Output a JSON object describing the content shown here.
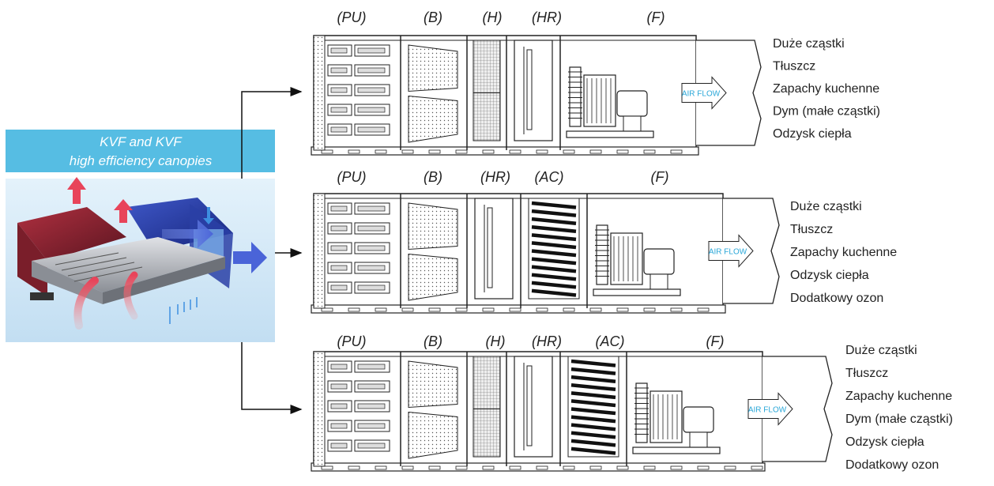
{
  "canopy": {
    "title_line1": "KVF and KVF",
    "title_line2": "high efficiency canopies",
    "banner_color": "#56bde3",
    "image_bg": "#cfe6f5"
  },
  "airflow_label": "AIR FLOW",
  "units": [
    {
      "sections": [
        "PU",
        "B",
        "H",
        "HR",
        "F"
      ],
      "labels": [
        "(PU)",
        "(B)",
        "(H)",
        "(HR)",
        "(F)"
      ],
      "features": [
        "Duże cząstki",
        "Tłuszcz",
        "Zapachy kuchenne",
        "Dym (małe cząstki)",
        "Odzysk ciepła"
      ]
    },
    {
      "sections": [
        "PU",
        "B",
        "HR",
        "AC",
        "F"
      ],
      "labels": [
        "(PU)",
        "(B)",
        "(HR)",
        "(AC)",
        "(F)"
      ],
      "features": [
        "Duże cząstki",
        "Tłuszcz",
        "Zapachy kuchenne",
        "Odzysk ciepła",
        "Dodatkowy ozon"
      ]
    },
    {
      "sections": [
        "PU",
        "B",
        "H",
        "HR",
        "AC",
        "F"
      ],
      "labels": [
        "(PU)",
        "(B)",
        "(H)",
        "(HR)",
        "(AC)",
        "(F)"
      ],
      "features": [
        "Duże cząstki",
        "Tłuszcz",
        "Zapachy kuchenne",
        "Dym (małe cząstki)",
        "Odzysk ciepła",
        "Dodatkowy ozon"
      ]
    }
  ],
  "colors": {
    "line": "#222222",
    "airflow_text": "#2aa7d8"
  }
}
